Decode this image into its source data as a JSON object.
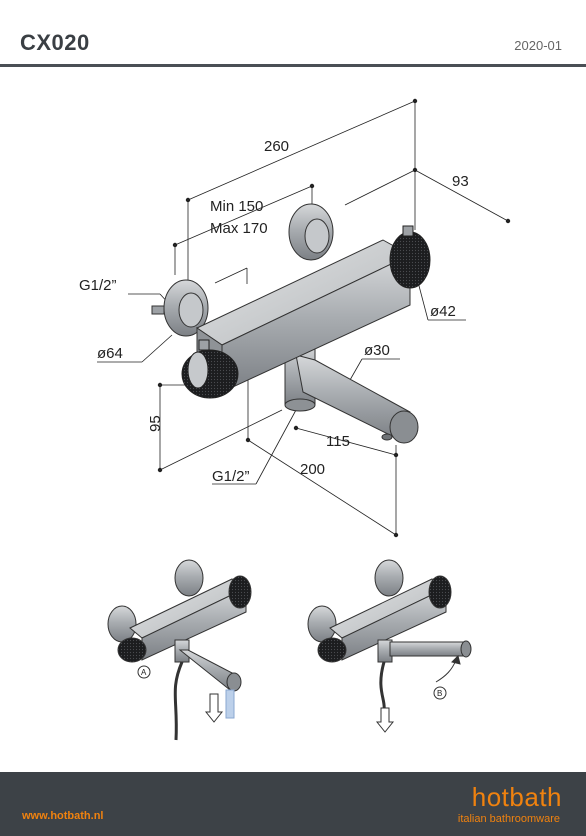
{
  "header": {
    "title": "CX020",
    "date": "2020-01"
  },
  "dimensions": {
    "overall_width": "260",
    "depth": "93",
    "min_center": "Min 150",
    "max_center": "Max 170",
    "inlet_thread": "G1/2”",
    "rosette_diameter": "ø64",
    "knob_diameter": "ø42",
    "spout_diameter": "ø30",
    "height": "95",
    "spout_offset": "115",
    "outlet_thread": "G1/2”",
    "spout_length": "200"
  },
  "usage": {
    "marker_a": "A",
    "marker_b": "B"
  },
  "footer": {
    "url": "www.hotbath.nl",
    "brand": "hotbath",
    "tagline": "italian bathroomware"
  },
  "colors": {
    "accent": "#f0820f",
    "footer_bg": "#3d4247",
    "rule": "#4a4f55"
  }
}
